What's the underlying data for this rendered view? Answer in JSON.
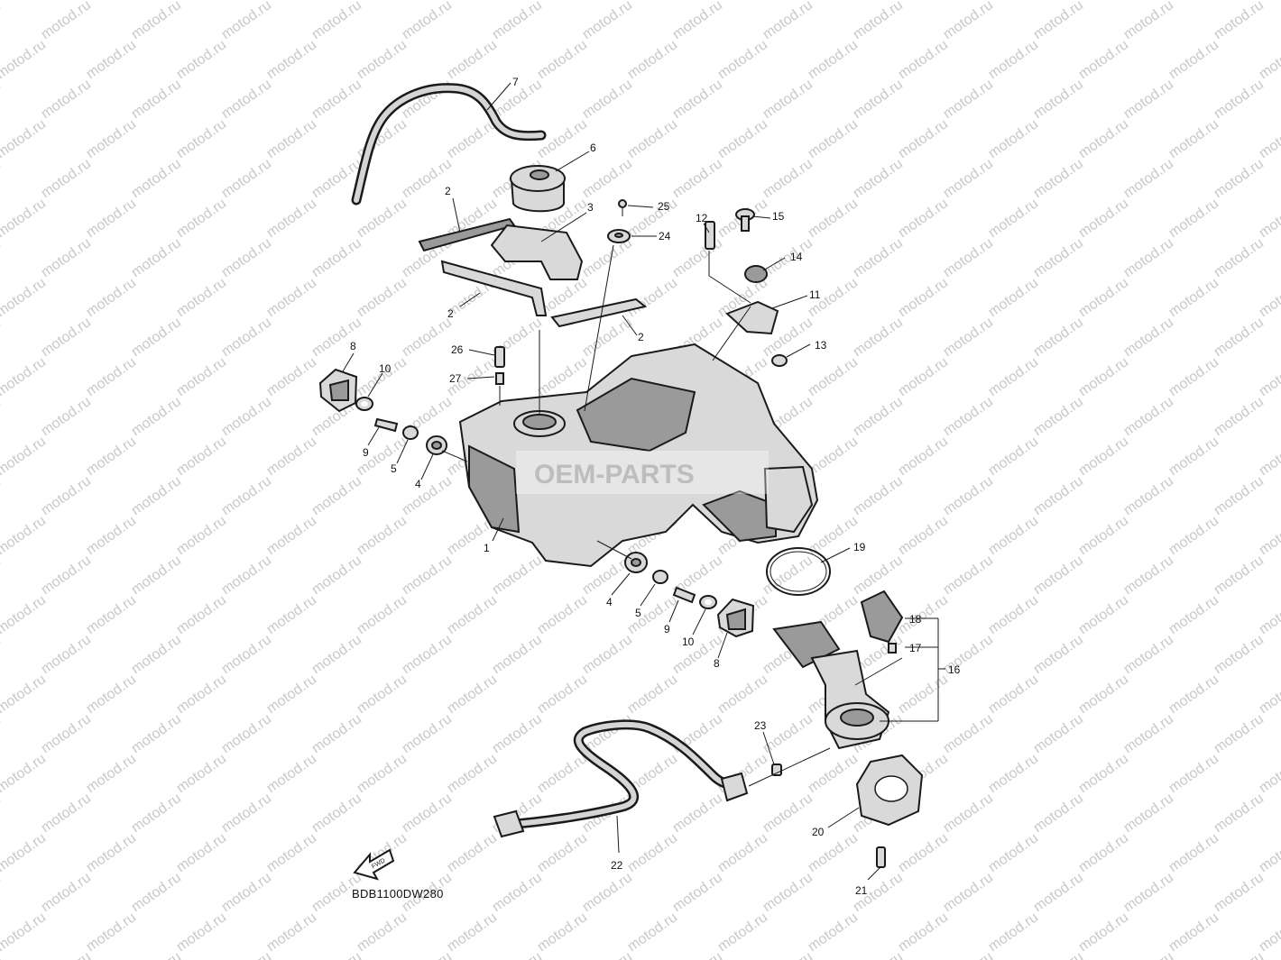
{
  "watermark": {
    "text": "motod.ru"
  },
  "stamp": {
    "text": "OEM-PARTS"
  },
  "diagram_code": "BDB1100DW280",
  "direction_arrow": {
    "label": "FWD"
  },
  "callouts": {
    "c1": "1",
    "c2a": "2",
    "c2b": "2",
    "c2c": "2",
    "c3": "3",
    "c4a": "4",
    "c4b": "4",
    "c5a": "5",
    "c5b": "5",
    "c6": "6",
    "c7": "7",
    "c8a": "8",
    "c8b": "8",
    "c9a": "9",
    "c9b": "9",
    "c10a": "10",
    "c10b": "10",
    "c11": "11",
    "c12": "12",
    "c13": "13",
    "c14": "14",
    "c15": "15",
    "c16": "16",
    "c17": "17",
    "c18": "18",
    "c19": "19",
    "c20": "20",
    "c21": "21",
    "c22": "22",
    "c23": "23",
    "c24": "24",
    "c25": "25",
    "c26": "26",
    "c27": "27"
  }
}
